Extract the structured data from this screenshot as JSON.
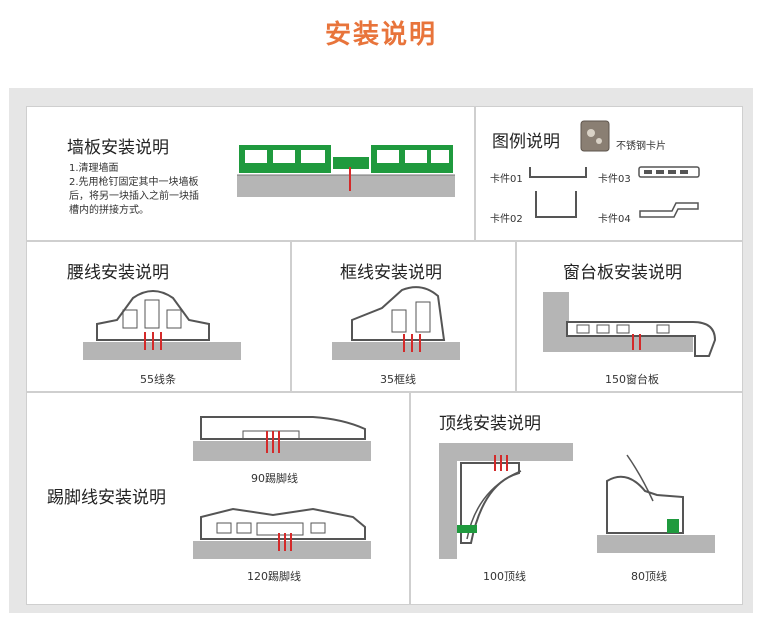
{
  "header": {
    "title": "安装说明"
  },
  "colors": {
    "accent": "#e8743b",
    "profile_green": "#1f9a3e",
    "pin_red": "#d42a2a",
    "ground_gray": "#a8a8a8"
  },
  "wall_panel": {
    "title": "墙板安装说明",
    "steps": [
      "1.清理墙面",
      "2.先用枪钉固定其中一块墙板",
      "后，将另一块插入之前一块插",
      "槽内的拼接方式。"
    ]
  },
  "legend": {
    "title": "图例说明",
    "clip_label": "不锈钢卡片",
    "parts": [
      "卡件01",
      "卡件02",
      "卡件03",
      "卡件04"
    ]
  },
  "waist_line": {
    "title": "腰线安装说明",
    "caption": "55线条"
  },
  "frame_line": {
    "title": "框线安装说明",
    "caption": "35框线"
  },
  "window_sill": {
    "title": "窗台板安装说明",
    "caption": "150窗台板"
  },
  "baseboard": {
    "title": "踢脚线安装说明",
    "captions": [
      "90踢脚线",
      "120踢脚线"
    ]
  },
  "ceiling_line": {
    "title": "顶线安装说明",
    "captions": [
      "100顶线",
      "80顶线"
    ]
  }
}
